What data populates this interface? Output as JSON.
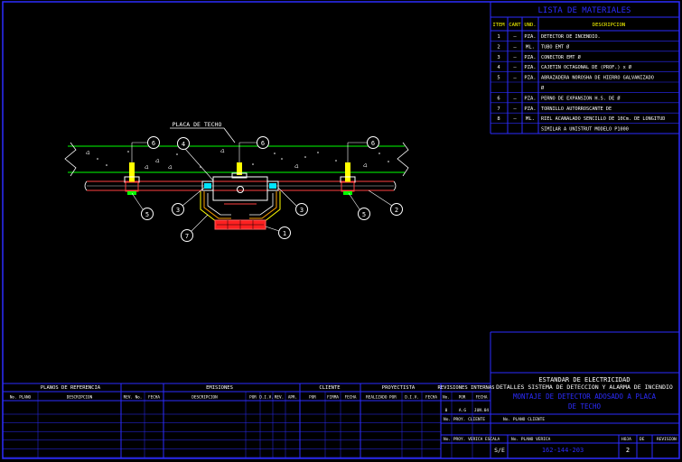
{
  "materials": {
    "title": "LISTA DE MATERIALES",
    "headers": [
      "ITEM",
      "CANT",
      "UND.",
      "DESCRIPCION"
    ],
    "rows": [
      {
        "item": "1",
        "cant": "–",
        "und": "PZA.",
        "desc": "DETECTOR DE INCENDIO."
      },
      {
        "item": "2",
        "cant": "–",
        "und": "ML.",
        "desc": "TUBO EMT Ø"
      },
      {
        "item": "3",
        "cant": "–",
        "und": "PZA.",
        "desc": "CONECTOR EMT Ø"
      },
      {
        "item": "4",
        "cant": "–",
        "und": "PZA.",
        "desc": "CAJETIN OCTAGONAL DE         (PROF.) x  Ø"
      },
      {
        "item": "5",
        "cant": "–",
        "und": "PZA.",
        "desc": "ABRAZADERA NOROSHA DE HIERRO GALVANIZADO"
      },
      {
        "item": "",
        "cant": "",
        "und": "",
        "desc": "Ø"
      },
      {
        "item": "6",
        "cant": "–",
        "und": "PZA.",
        "desc": "PERNO DE EXPANSION H.S. DE Ø"
      },
      {
        "item": "7",
        "cant": "–",
        "und": "PZA.",
        "desc": "TORNILLO AUTORROSCANTE  DE"
      },
      {
        "item": "8",
        "cant": "–",
        "und": "ML.",
        "desc": "RIEL ACANALADO SENCILLO DE 10Cm. DE LONGITUD"
      },
      {
        "item": "",
        "cant": "",
        "und": "",
        "desc": "SIMILAR A UNISTRUT MODELO P1000"
      }
    ]
  },
  "drawing": {
    "slab_label": "PLACA DE TECHO",
    "callouts": [
      "6",
      "4",
      "6",
      "6",
      "5",
      "3",
      "3",
      "5",
      "2",
      "7",
      "1"
    ]
  },
  "title_block": {
    "line1": "ESTANDAR DE ELECTRICIDAD",
    "line2": "DETALLES SISTEMA DE DETECCION Y ALARMA DE INCENDIO",
    "line3": "MONTAJE DE DETECTOR ADOSADO A PLACA",
    "line4": "DE TECHO",
    "labels": {
      "proy_cliente": "No. PROY. CLIENTE",
      "plano_cliente": "No. PLANO CLIENTE",
      "proy_verica": "No. PROY. VERICA",
      "escala": "ESCALA",
      "plano_verica": "No. PLANO VERICA",
      "hoja": "HOJA",
      "de": "DE",
      "revision": "REVISION"
    },
    "scale_value": "S/E",
    "drawing_number": "162-144-203",
    "sheet_number": "2"
  },
  "bottom": {
    "sections": [
      "PLANOS DE REFERENCIA",
      "EMISIONES",
      "CLIENTE",
      "PROYECTISTA",
      "REVISIONES INTERNAS"
    ],
    "cols": [
      "No. PLANO",
      "DESCRIPCION",
      "REV. No.",
      "FECHA",
      "DESCRIPCION",
      "POR",
      "D.I.V.",
      "REV.",
      "APR.",
      "POR",
      "FIRMA",
      "FECHA",
      "REALIZADO POR",
      "D.I.V.",
      "FECHA",
      "No.",
      "POR",
      "FECHA"
    ],
    "rev_row": [
      "0",
      "A.G",
      "JUN.04"
    ]
  }
}
